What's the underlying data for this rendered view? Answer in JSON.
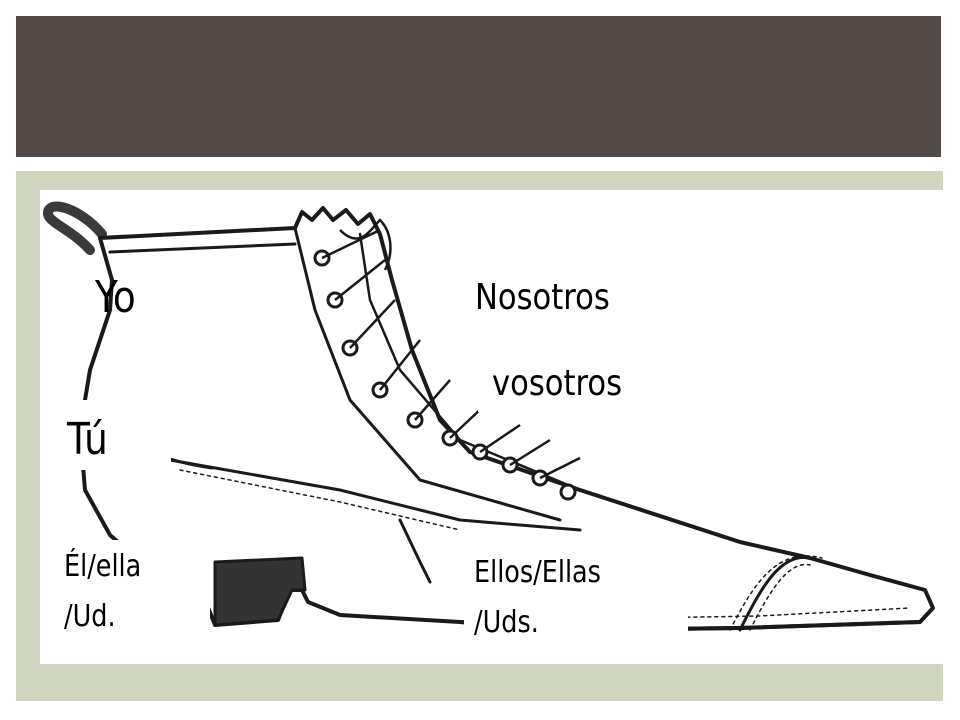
{
  "slide": {
    "title": "",
    "colors": {
      "title_bar": "#544a47",
      "frame": "#d0d5c1",
      "panel": "#ffffff",
      "text": "#000000"
    }
  },
  "illustration": {
    "name": "lace-up-boot-drawing"
  },
  "pronouns": {
    "yo": "Yo",
    "tu": "Tú",
    "el_ella_ud_line1": "Él/ella",
    "el_ella_ud_line2": "/Ud.",
    "nosotros": "Nosotros",
    "vosotros": "vosotros",
    "ellos_ellas_uds_line1": "Ellos/Ellas",
    "ellos_ellas_uds_line2": "/Uds."
  }
}
